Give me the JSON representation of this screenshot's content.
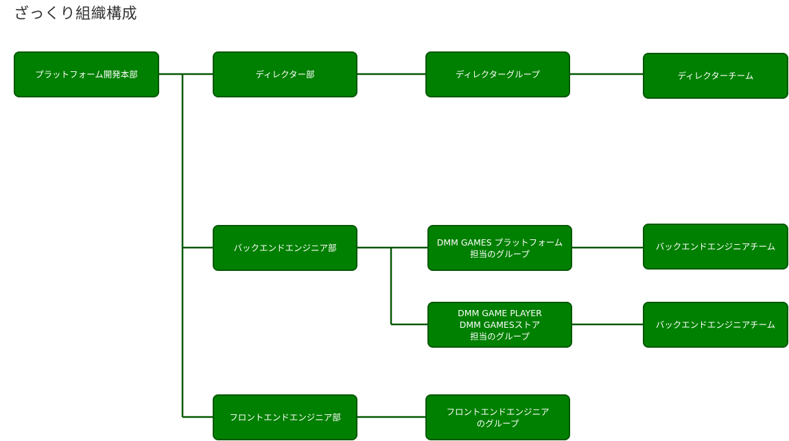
{
  "page": {
    "title": "ざっくり組織構成"
  },
  "colors": {
    "node_fill": "#008000",
    "node_border": "#005700",
    "connector": "#005700",
    "node_text": "#ffffff"
  },
  "nodes": {
    "platform_hq": "プラットフォーム開発本部",
    "director_dept": "ディレクター部",
    "director_group": "ディレクターグループ",
    "director_team": "ディレクターチーム",
    "backend_dept": "バックエンドエンジニア部",
    "dmm_games_platform_group": "DMM GAMES プラットフォーム\n担当のグループ",
    "backend_team_1": "バックエンドエンジニアチーム",
    "dmm_game_player_group": "DMM GAME PLAYER\nDMM GAMESストア\n担当のグループ",
    "backend_team_2": "バックエンドエンジニアチーム",
    "frontend_dept": "フロントエンドエンジニア部",
    "frontend_group": "フロントエンドエンジニア\nのグループ"
  }
}
